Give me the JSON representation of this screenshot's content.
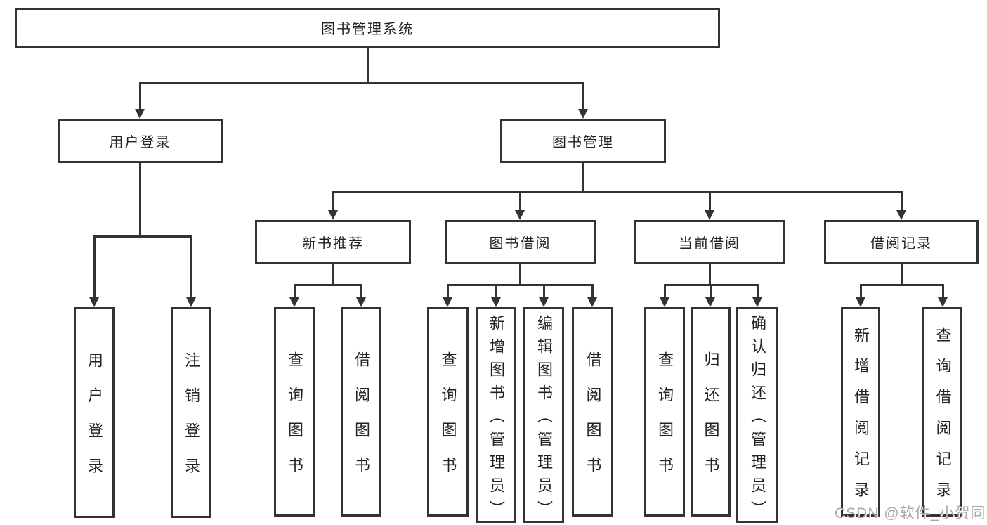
{
  "diagram": {
    "root": {
      "label": "图书管理系统"
    },
    "level2": {
      "user_login": {
        "label": "用户登录"
      },
      "book_mgmt": {
        "label": "图书管理"
      }
    },
    "level3": {
      "new_book_rec": {
        "label": "新书推荐"
      },
      "book_borrow": {
        "label": "图书借阅"
      },
      "current_borrow": {
        "label": "当前借阅"
      },
      "borrow_record": {
        "label": "借阅记录"
      }
    },
    "leaves": {
      "user_login": {
        "label": "用户登录"
      },
      "logout": {
        "label": "注销登录"
      },
      "rec_query_book": {
        "label": "查询图书"
      },
      "rec_borrow_book": {
        "label": "借阅图书"
      },
      "bor_query_book": {
        "label": "查询图书"
      },
      "bor_add_book": {
        "label": "新增图书（管理员）"
      },
      "bor_edit_book": {
        "label": "编辑图书（管理员）"
      },
      "bor_borrow_book": {
        "label": "借阅图书"
      },
      "cur_query_book": {
        "label": "查询图书"
      },
      "cur_return_book": {
        "label": "归还图书"
      },
      "cur_confirm_return": {
        "label": "确认归还（管理员）"
      },
      "hist_add_record": {
        "label": "新增借阅记录"
      },
      "hist_query_record": {
        "label": "查询借阅记录"
      }
    }
  },
  "watermark": {
    "text": "CSDN @软件_小贺同学"
  },
  "colors": {
    "line": "#333333",
    "text": "#222222",
    "watermark": "#a8a8a8",
    "background": "#ffffff"
  }
}
